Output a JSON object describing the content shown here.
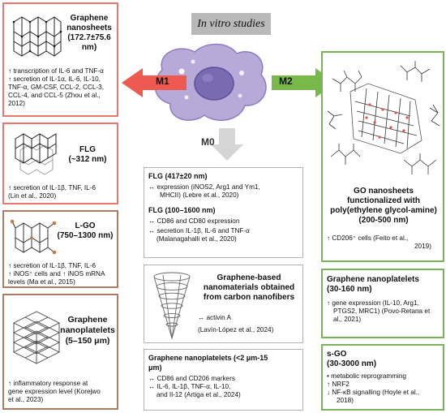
{
  "header": "In vitro studies",
  "arrows": {
    "m1": "M1",
    "m2": "M2",
    "m0": "M0"
  },
  "colors": {
    "m1": "#ee5a4f",
    "m2": "#79b94a",
    "m0": "#d5d5d5",
    "cell": "#b7a9d8",
    "nucleus": "#7a6ab2"
  },
  "m1": {
    "box1": {
      "title1": "Graphene",
      "title2": "nanosheets",
      "title3": "(172.7±75.6 nm)",
      "l1": "↑ transcription of IL-6 and TNF-α",
      "l2": "↑ secretion of IL-1α, IL-6, IL-10,",
      "l3": "TNF-α, GM-CSF, CCL-2, CCL-3,",
      "l4": "CCL-4, and CCL-5 (Zhou et al.,",
      "l5": "2012)"
    },
    "box2": {
      "title1": "FLG",
      "title2": "(~312 nm)",
      "l1": "↑ secretion of IL-1β, TNF, IL-6",
      "l2": "(Lin et al., 2020)"
    },
    "box3": {
      "title1": "L-GO",
      "title2": "(750–1300 nm)",
      "l1": "↑ secretion of IL-1β, TNF, IL-6",
      "l2": "↑ iNOS⁺ cells and ↑ iNOS mRNA",
      "l3": "levels (Ma et al., 2015)"
    },
    "box4": {
      "title1": "Graphene",
      "title2": "nanoplatelets",
      "title3": "(5–150 μm)",
      "l1": "↑ inflammatory response at",
      "l2": "gene expression level (Korejwo",
      "l3": "et al., 2023)"
    }
  },
  "m0": {
    "box1": {
      "title1": "FLG (417±20 nm)",
      "l1": "↔  expression (iNOS2, Arg1 and Ym1,",
      "l2": "MHCII) (Lebre et al., 2020)",
      "title2": "FLG (100–1600 nm)",
      "l3": "↔ CD86 and CD80 expression",
      "l4": "↔ secretion IL-1β, IL-6 and TNF-α",
      "l5": "(Malanagahalli et al., 2020)"
    },
    "box2": {
      "title1": "Graphene-based",
      "title2": "nanomaterials obtained",
      "title3": "from carbon nanofibers",
      "l1": "↔ activin A",
      "l2": "(Lavín-López et al., 2024)"
    },
    "box3": {
      "title1": "Graphene nanoplatelets (<2 μm-15",
      "title2": "μm)",
      "l1": "↔ CD86 and CD206 markers",
      "l2": "↔ IL-6, IL-1β, TNF-α, IL-10,",
      "l3": "and Il-12 (Artiga et al., 2024)"
    }
  },
  "m2": {
    "box1": {
      "title1": "GO nanosheets",
      "title2": "functionalized with",
      "title3": "poly(ethylene glycol-amine)",
      "title4": "(200-500 nm)",
      "l1": "↑ CD206⁺ cells  (Feito et al.,",
      "l2": "2019)"
    },
    "box2": {
      "title1": "Graphene  nanoplatelets",
      "title2": "(30-160 nm)",
      "l1": "↑ gene expression (IL-10, Arg1,",
      "l2": "PTGS2, MRC1) (Povo-Retana et",
      "l3": "al., 2021)"
    },
    "box3": {
      "title1": "s-GO",
      "title2": "(30-3000 nm)",
      "l1": "•  metabolic reprogramming",
      "l2": "↑  NRF2",
      "l3": "↓  NF-κB signalling (Hoyle et al.,",
      "l4": "2018)"
    }
  }
}
